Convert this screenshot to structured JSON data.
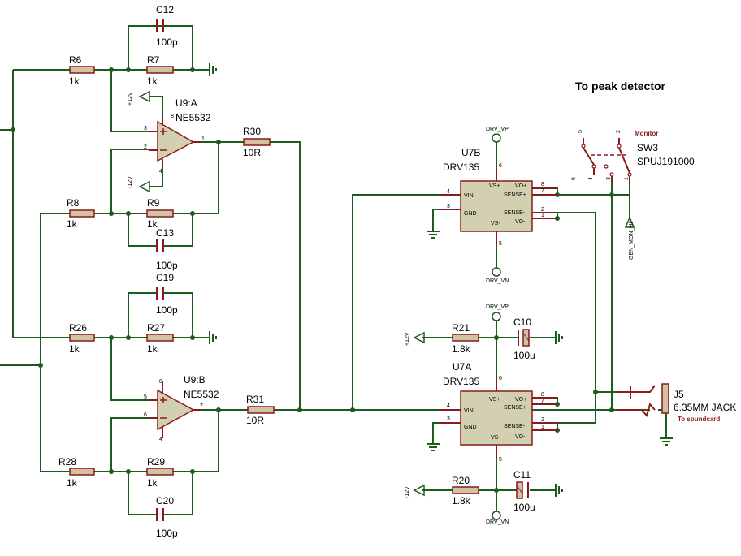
{
  "annotations": {
    "peak_detector": "To peak detector"
  },
  "c12": {
    "ref": "C12",
    "value": "100p"
  },
  "c13": {
    "ref": "C13",
    "value": "100p"
  },
  "c19": {
    "ref": "C19",
    "value": "100p"
  },
  "c20": {
    "ref": "C20",
    "value": "100p"
  },
  "c10": {
    "ref": "C10",
    "value": "100u"
  },
  "c11": {
    "ref": "C11",
    "value": "100u"
  },
  "r6": {
    "ref": "R6",
    "value": "1k"
  },
  "r7": {
    "ref": "R7",
    "value": "1k"
  },
  "r8": {
    "ref": "R8",
    "value": "1k"
  },
  "r9": {
    "ref": "R9",
    "value": "1k"
  },
  "r26": {
    "ref": "R26",
    "value": "1k"
  },
  "r27": {
    "ref": "R27",
    "value": "1k"
  },
  "r28": {
    "ref": "R28",
    "value": "1k"
  },
  "r29": {
    "ref": "R29",
    "value": "1k"
  },
  "r30": {
    "ref": "R30",
    "value": "10R"
  },
  "r31": {
    "ref": "R31",
    "value": "10R"
  },
  "r21": {
    "ref": "R21",
    "value": "1.8k",
    "supply": "+12V"
  },
  "r20": {
    "ref": "R20",
    "value": "1.8k",
    "supply": "-12V"
  },
  "u9a": {
    "ref": "U9:A",
    "part": "NE5532",
    "pins": [
      "8",
      "3",
      "2",
      "1",
      "4"
    ],
    "supply_pos": "+12V",
    "supply_neg": "-12V"
  },
  "u9b": {
    "ref": "U9:B",
    "part": "NE5532",
    "pins": [
      "8",
      "5",
      "6",
      "7",
      "4"
    ]
  },
  "u7b": {
    "ref": "U7B",
    "part": "DRV135",
    "vp_net": "DRV_VP",
    "vn_net": "DRV_VN",
    "pin_nums": [
      "6",
      "5",
      "4",
      "3",
      "8",
      "7",
      "2",
      "1"
    ],
    "pins": {
      "vsp": "VS+",
      "vin": "VIN",
      "gnd": "GND",
      "vsm": "VS-",
      "vop": "VO+",
      "sensep": "SENSE+",
      "sensem": "SENSE-",
      "vom": "VO-"
    }
  },
  "u7a": {
    "ref": "U7A",
    "part": "DRV135",
    "vp_net": "DRV_VP",
    "vn_net": "DRV_VN",
    "pin_nums": [
      "6",
      "5",
      "4",
      "3",
      "8",
      "7",
      "2",
      "1"
    ],
    "pins": {
      "vsp": "VS+",
      "vin": "VIN",
      "gnd": "GND",
      "vsm": "VS-",
      "vop": "VO+",
      "sensep": "SENSE+",
      "sensem": "SENSE-",
      "vom": "VO-"
    }
  },
  "sw3": {
    "ref": "SW3",
    "part": "SPUJ191000",
    "monitor": "Monitor",
    "pins": [
      "5",
      "2",
      "6",
      "4",
      "3",
      "1"
    ],
    "gen_net": "GEN_MON_HI"
  },
  "j5": {
    "ref": "J5",
    "part": "6.35MM JACK",
    "note": "To soundcard"
  },
  "colors": {
    "wire": "#1e5b1e",
    "component_outline": "#8b1a1a",
    "component_fill": "#d2c2a4",
    "chip_fill": "#d2d0b0"
  }
}
